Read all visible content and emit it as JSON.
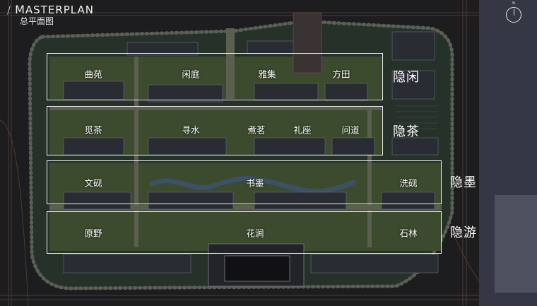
{
  "header": {
    "slash": "/",
    "title_first": "M",
    "title_rest": "ASTERPLAN",
    "subtitle": "总平面图"
  },
  "compass": {
    "letter": "N"
  },
  "zones": [
    {
      "heading": "隐闲",
      "labels": [
        "曲苑",
        "闲庭",
        "雅集",
        "方田"
      ]
    },
    {
      "heading": "隐茶",
      "labels": [
        "觅茶",
        "寻水",
        "煮茗",
        "礼座",
        "问道"
      ]
    },
    {
      "heading": "隐墨",
      "labels": [
        "文砚",
        "书墨",
        "洗砚"
      ]
    },
    {
      "heading": "隐游",
      "labels": [
        "原野",
        "花涧",
        "石林"
      ]
    }
  ]
}
